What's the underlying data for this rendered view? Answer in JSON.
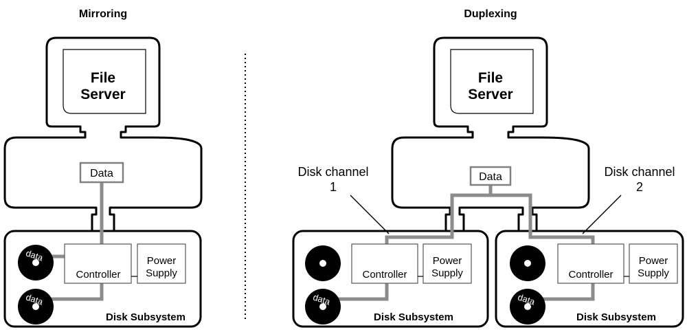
{
  "mirroring": {
    "title": "Mirroring",
    "server_line1": "File",
    "server_line2": "Server",
    "data_label": "Data",
    "controller_label": "Controller",
    "power_line1": "Power",
    "power_line2": "Supply",
    "disk_label": "data",
    "subsystem_label": "Disk Subsystem"
  },
  "duplexing": {
    "title": "Duplexing",
    "server_line1": "File",
    "server_line2": "Server",
    "data_label": "Data",
    "channel1_line1": "Disk channel",
    "channel1_line2": "1",
    "channel2_line1": "Disk channel",
    "channel2_line2": "2",
    "left": {
      "controller_label": "Controller",
      "power_line1": "Power",
      "power_line2": "Supply",
      "disk_label": "data",
      "subsystem_label": "Disk Subsystem"
    },
    "right": {
      "controller_label": "Controller",
      "power_line1": "Power",
      "power_line2": "Supply",
      "disk_label": "data",
      "subsystem_label": "Disk Subsystem"
    }
  }
}
